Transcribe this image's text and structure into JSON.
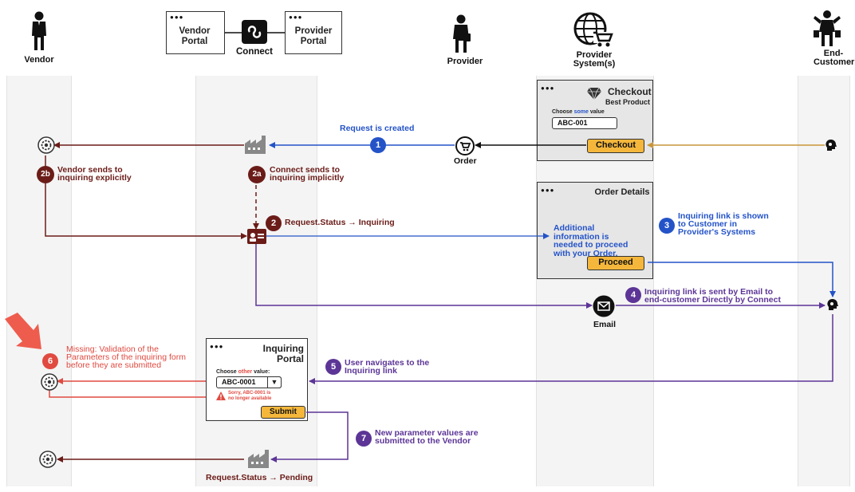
{
  "actors": {
    "vendor": "Vendor",
    "provider": "Provider",
    "provider_systems": "Provider System(s)",
    "end_customer": "End-Customer"
  },
  "top_boxes": {
    "vendor_portal": "Vendor Portal",
    "provider_portal": "Provider Portal",
    "connect": "Connect"
  },
  "checkout_box": {
    "title": "Checkout",
    "subtitle": "Best Product",
    "choose_prefix": "Choose ",
    "choose_highlight": "some",
    "choose_suffix": " value",
    "field_value": "ABC-001",
    "button": "Checkout"
  },
  "order_details_box": {
    "title": "Order Details",
    "message": "Additional information is needed to proceed with your Order.",
    "button": "Proceed"
  },
  "inquiring_portal": {
    "title": "Inquiring Portal",
    "choose_prefix": "Choose ",
    "choose_highlight": "other",
    "choose_suffix": " value:",
    "field_value": "ABC-0001",
    "error": "Sorry, ABC-0001 is no longer available",
    "button": "Submit"
  },
  "nodes": {
    "order": "Order",
    "email": "Email",
    "pending_status": "Request.Status → Pending"
  },
  "steps": [
    {
      "num": "1",
      "text": "Request is created"
    },
    {
      "num": "2",
      "text": "Request.Status → Inquiring"
    },
    {
      "num": "2a",
      "text": "Connect sends to inquiring implicitly"
    },
    {
      "num": "2b",
      "text": "Vendor sends to inquiring explicitly"
    },
    {
      "num": "3",
      "text": "Inquiring link is shown to Customer in Provider's Systems"
    },
    {
      "num": "4",
      "text": "Inquiring link is sent by Email to end-customer Directly by Connect"
    },
    {
      "num": "5",
      "text": "User navigates to the Inquiring link"
    },
    {
      "num": "6",
      "text": "Missing: Validation of the Parameters of the inquiring form before they are submitted"
    },
    {
      "num": "7",
      "text": "New parameter values are submitted to the Vendor"
    }
  ],
  "colors": {
    "brown": "#6b1c18",
    "blue": "#2453c8",
    "purple": "#5c3596",
    "red": "#e04a40",
    "gold": "#c9963a",
    "button": "#f4b73b"
  }
}
